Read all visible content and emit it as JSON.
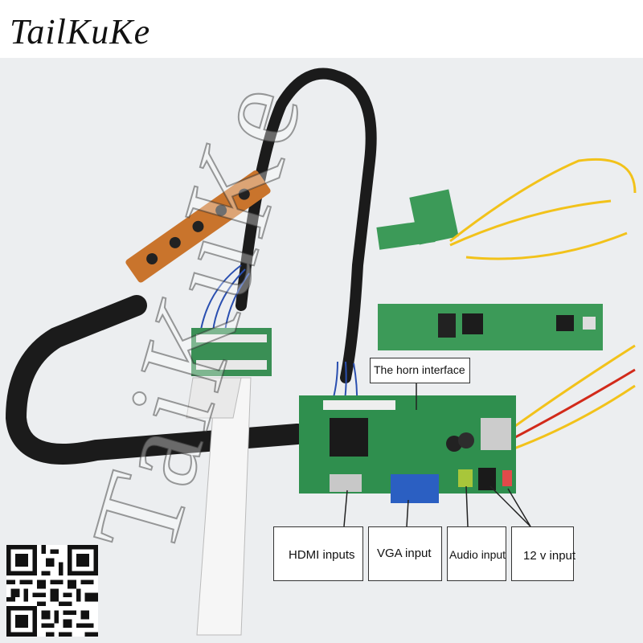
{
  "brand": {
    "text": "TailKuKe"
  },
  "watermark": {
    "text": "TaiKuKe"
  },
  "labels": {
    "horn": "The horn interface",
    "hdmi": "HDMI inputs",
    "vga": "VGA input",
    "audio": "Audio input",
    "power": "12 v input"
  },
  "colors": {
    "board_green": "#2f8f4e",
    "button_board": "#c9742c",
    "cable_black": "#1b1b1b",
    "vga_blue": "#2b5fc2",
    "wire_yellow": "#f2c21a",
    "wire_red": "#d22a1a"
  }
}
